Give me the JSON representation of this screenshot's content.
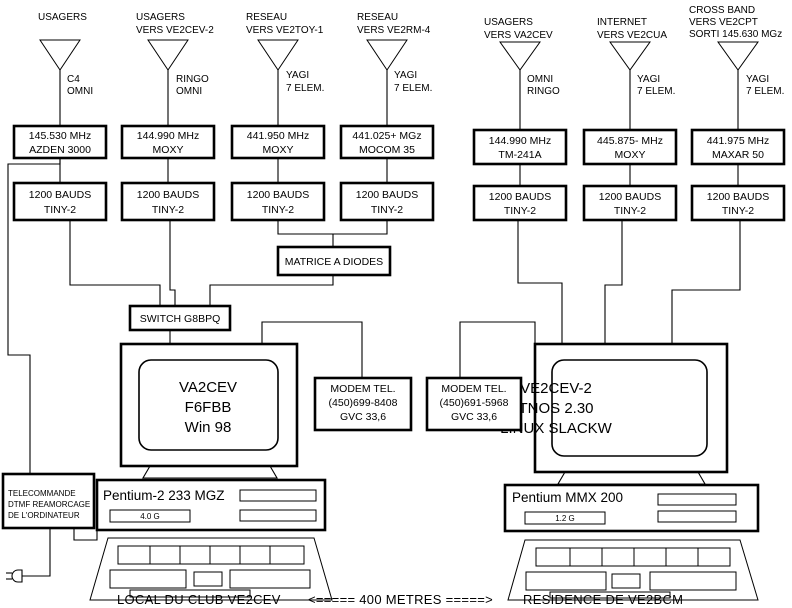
{
  "antennas": [
    {
      "label": [
        "USAGERS"
      ],
      "type": [
        "C4",
        "OMNI"
      ]
    },
    {
      "label": [
        "USAGERS",
        "VERS VE2CEV-2"
      ],
      "type": [
        "RINGO",
        "OMNI"
      ]
    },
    {
      "label": [
        "RESEAU",
        "VERS VE2TOY-1"
      ],
      "type": [
        "YAGI",
        "7 ELEM."
      ]
    },
    {
      "label": [
        "RESEAU",
        "VERS VE2RM-4"
      ],
      "type": [
        "YAGI",
        "7 ELEM."
      ]
    },
    {
      "label": [
        "USAGERS",
        "VERS VA2CEV"
      ],
      "type": [
        "OMNI",
        "RINGO"
      ]
    },
    {
      "label": [
        "INTERNET",
        "VERS VE2CUA"
      ],
      "type": [
        "YAGI",
        "7 ELEM."
      ]
    },
    {
      "label": [
        "CROSS BAND",
        "VERS VE2CPT",
        "SORTI 145.630 MGz"
      ],
      "type": [
        "YAGI",
        "7 ELEM."
      ]
    }
  ],
  "radios": [
    {
      "freq": "145.530 MHz",
      "model": "AZDEN 3000"
    },
    {
      "freq": "144.990 MHz",
      "model": "MOXY"
    },
    {
      "freq": "441.950 MHz",
      "model": "MOXY"
    },
    {
      "freq": "441.025+ MGz",
      "model": "MOCOM 35"
    },
    {
      "freq": "144.990 MHz",
      "model": "TM-241A"
    },
    {
      "freq": "445.875- MHz",
      "model": "MOXY"
    },
    {
      "freq": "441.975 MHz",
      "model": "MAXAR 50"
    }
  ],
  "tncs": [
    {
      "speed": "1200 BAUDS",
      "model": "TINY-2"
    },
    {
      "speed": "1200 BAUDS",
      "model": "TINY-2"
    },
    {
      "speed": "1200 BAUDS",
      "model": "TINY-2"
    },
    {
      "speed": "1200 BAUDS",
      "model": "TINY-2"
    },
    {
      "speed": "1200 BAUDS",
      "model": "TINY-2"
    },
    {
      "speed": "1200 BAUDS",
      "model": "TINY-2"
    },
    {
      "speed": "1200 BAUDS",
      "model": "TINY-2"
    }
  ],
  "matrix": "MATRICE A DIODES",
  "switch": "SWITCH G8BPQ",
  "left_station": {
    "screen": [
      "VA2CEV",
      "F6FBB",
      "Win 98"
    ],
    "cpu": "Pentium-2 233 MGZ",
    "disk": "4.0 G",
    "modem": [
      "MODEM TEL.",
      "(450)699-8408",
      "GVC 33,6"
    ]
  },
  "right_station": {
    "screen": [
      "VE2CEV-2",
      "TNOS 2.30",
      "LINUX SLACKW"
    ],
    "cpu": "Pentium MMX 200",
    "disk": "1.2 G",
    "modem": [
      "MODEM TEL.",
      "(450)691-5968",
      "GVC 33,6"
    ]
  },
  "telecommande": [
    "TELECOMMANDE",
    "DTMF REAMORCAGE",
    "DE L'ORDINATEUR"
  ],
  "footer": {
    "left": "LOCAL DU CLUB VE2CEV",
    "middle": "<===== 400 METRES =====>",
    "right": "RESIDENCE DE VE2BCM"
  }
}
